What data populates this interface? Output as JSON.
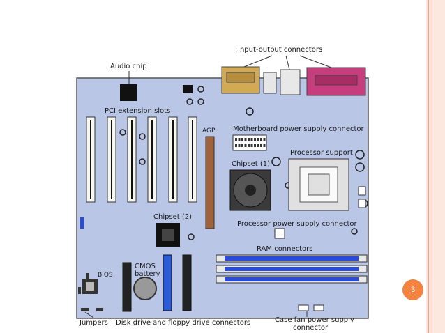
{
  "page": {
    "number": "3"
  },
  "labels": {
    "io_connectors": "Input-output connectors",
    "audio_chip": "Audio chip",
    "pci_slots": "PCI extension slots",
    "agp": "AGP",
    "mb_power": "Motherboard power supply connector",
    "processor_support": "Processor support",
    "chipset1": "Chipset (1)",
    "chipset2": "Chipset (2)",
    "processor_power": "Processor power supply connector",
    "ram": "RAM connectors",
    "cmos_line1": "CMOS",
    "cmos_line2": "battery",
    "bios": "BIOS",
    "jumpers": "Jumpers",
    "disk_floppy": "Disk drive and floppy drive connectors",
    "case_fan_line1": "Case fan power supply",
    "case_fan_line2": "connector"
  },
  "colors": {
    "board": "#b9c6e6",
    "border_right": "#f0a58a",
    "page_badge": "#f4833f"
  }
}
